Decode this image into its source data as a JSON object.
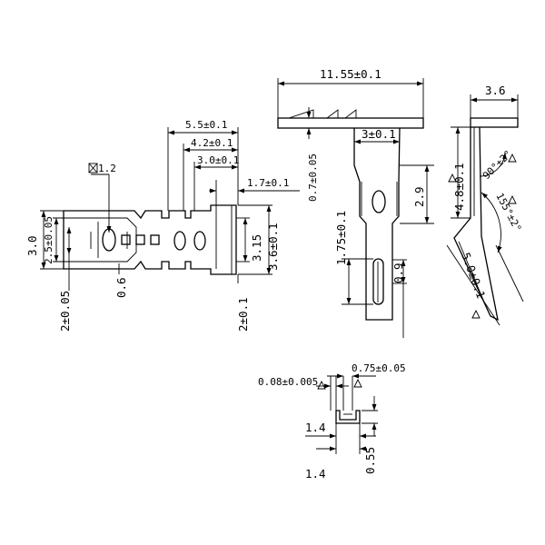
{
  "dimensions": {
    "left_view": {
      "flatness": "1.2",
      "len_5_5": "5.5±0.1",
      "len_4_2": "4.2±0.1",
      "len_3_0": "3.0±0.1",
      "len_1_7": "1.7±0.1",
      "height_3_0": "3.0",
      "height_2_5": "2.5±0.05",
      "height_2": "2±0.05",
      "slot_0_6": "0.6",
      "height_3_15": "3.15",
      "height_3_6": "3.6±0.1",
      "thick_2": "2±0.1"
    },
    "middle_view": {
      "length_11_55": "11.55±0.1",
      "thick_0_7": "0.7±0.05",
      "width_3": "3±0.1",
      "height_2_9": "2.9",
      "height_1_75": "1.75±0.1",
      "slot_0_9": "0.9"
    },
    "right_view": {
      "width_3_6": "3.6",
      "height_4_8": "4.8±0.1",
      "angle_90": "90°±2°",
      "angle_155": "155°±2°",
      "length_5_0": "5.0±0.1"
    },
    "bottom_view": {
      "thick_0_08": "0.08±0.005",
      "width_0_75": "0.75±0.05",
      "width_1_4_a": "1.4",
      "width_1_4_b": "1.4",
      "height_0_55": "0.55"
    }
  }
}
